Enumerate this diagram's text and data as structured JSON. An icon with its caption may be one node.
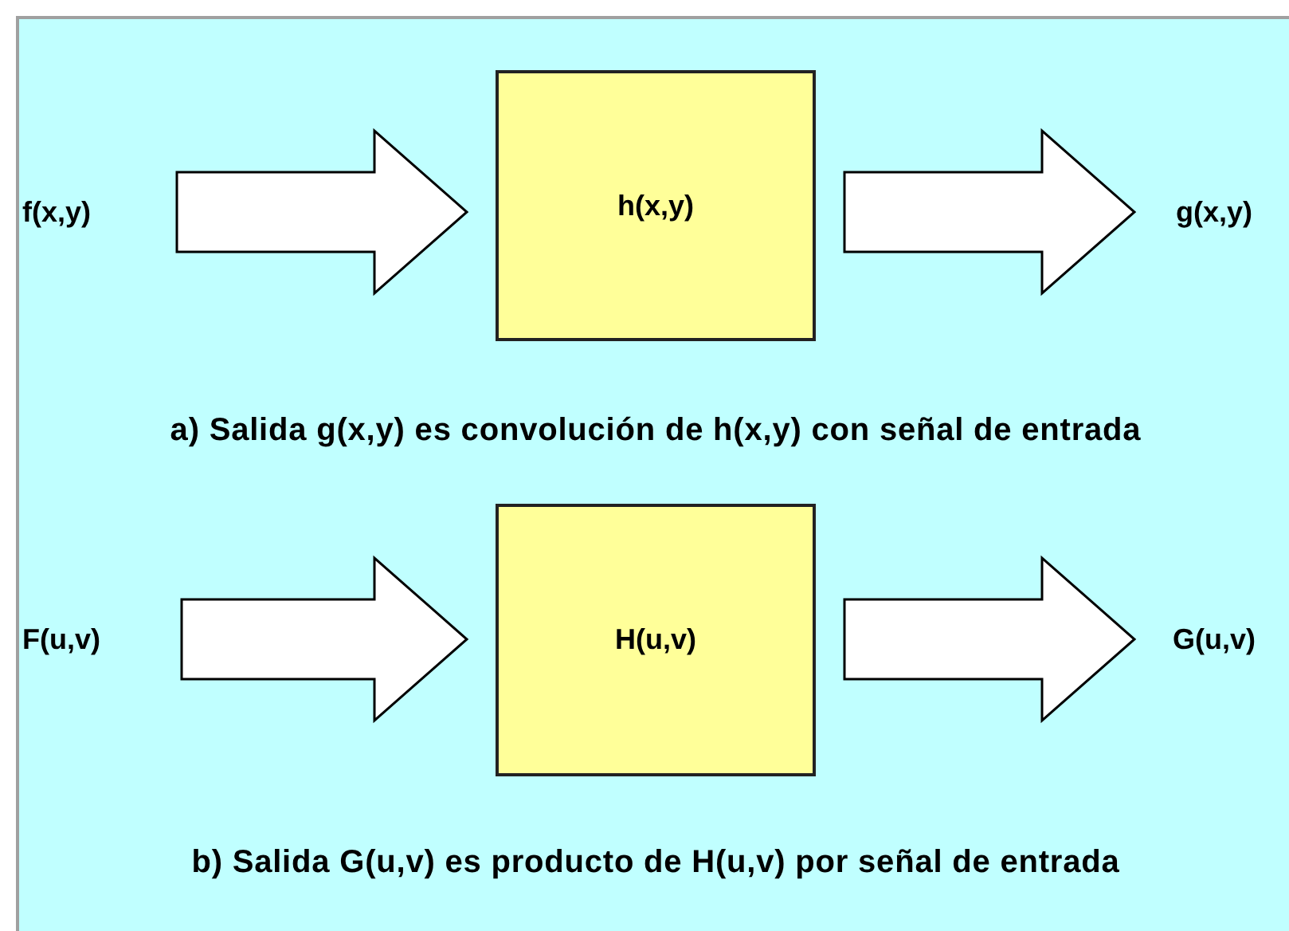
{
  "diagram": {
    "nodes": [
      {
        "text": [
          "f(x,y)"
        ]
      },
      {
        "text": [
          "h(x,y)"
        ]
      },
      {
        "text": [
          "g(x,y)"
        ]
      },
      {
        "text": [
          "F(u,v)"
        ]
      },
      {
        "text": [
          "H(u,v)"
        ]
      },
      {
        "text": [
          "G(u,v)"
        ]
      }
    ],
    "edges": [
      {
        "from": 0,
        "to": 1,
        "arrow": "to"
      },
      {
        "from": 1,
        "to": 2,
        "arrow": "to"
      },
      {
        "from": 3,
        "to": 4,
        "arrow": "to"
      },
      {
        "from": 4,
        "to": 5,
        "arrow": "to"
      }
    ],
    "labels": [
      "a) Salida g(x,y) es convolución de h(x,y) con señal de entrada",
      "b) Salida G(u,v) es producto de H(u,v) por señal de entrada"
    ]
  }
}
